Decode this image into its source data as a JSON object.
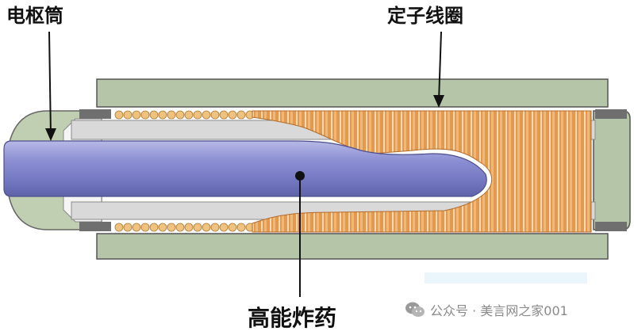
{
  "labels": {
    "armature": "电枢筒",
    "stator_coil": "定子线圈",
    "explosive": "高能炸药"
  },
  "watermark": {
    "text": "公众号 · 美言网之家001",
    "icon": "wechat-icon"
  },
  "colors": {
    "housing": "#b4c5a8",
    "armature": "#7f83c9",
    "coil": "#e3a057",
    "tube_wall": "#d9d9d9",
    "background": "#ffffff"
  }
}
